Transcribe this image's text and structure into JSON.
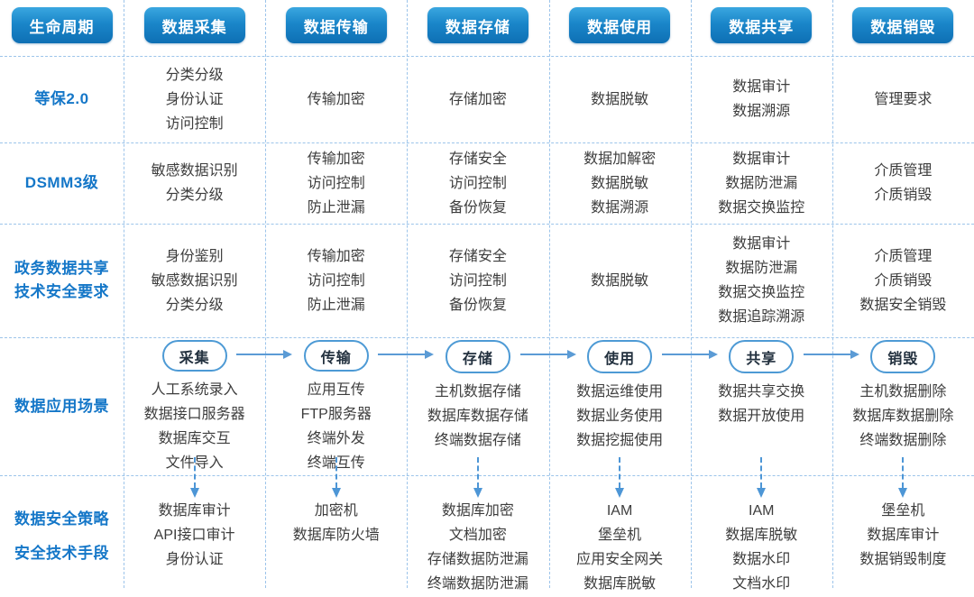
{
  "header": {
    "lifecycle_label": "生命周期",
    "stages": [
      "数据采集",
      "数据传输",
      "数据存储",
      "数据使用",
      "数据共享",
      "数据销毁"
    ]
  },
  "standards_rows": [
    {
      "label_lines": [
        "等保2.0"
      ],
      "cells": [
        [
          "分类分级",
          "身份认证",
          "访问控制"
        ],
        [
          "传输加密"
        ],
        [
          "存储加密"
        ],
        [
          "数据脱敏"
        ],
        [
          "数据审计",
          "数据溯源"
        ],
        [
          "管理要求"
        ]
      ]
    },
    {
      "label_lines": [
        "DSMM3级"
      ],
      "cells": [
        [
          "敏感数据识别",
          "分类分级"
        ],
        [
          "传输加密",
          "访问控制",
          "防止泄漏"
        ],
        [
          "存储安全",
          "访问控制",
          "备份恢复"
        ],
        [
          "数据加解密",
          "数据脱敏",
          "数据溯源"
        ],
        [
          "数据审计",
          "数据防泄漏",
          "数据交换监控"
        ],
        [
          "介质管理",
          "介质销毁"
        ]
      ]
    },
    {
      "label_lines": [
        "政务数据共享",
        "技术安全要求"
      ],
      "cells": [
        [
          "身份鉴别",
          "敏感数据识别",
          "分类分级"
        ],
        [
          "传输加密",
          "访问控制",
          "防止泄漏"
        ],
        [
          "存储安全",
          "访问控制",
          "备份恢复"
        ],
        [
          "数据脱敏"
        ],
        [
          "数据审计",
          "数据防泄漏",
          "数据交换监控",
          "数据追踪溯源"
        ],
        [
          "介质管理",
          "介质销毁",
          "数据安全销毁"
        ]
      ]
    }
  ],
  "scenario_row": {
    "label": "数据应用场景",
    "stages": [
      {
        "badge": "采集",
        "items": [
          "人工系统录入",
          "数据接口服务器",
          "数据库交互",
          "文件导入"
        ]
      },
      {
        "badge": "传输",
        "items": [
          "应用互传",
          "FTP服务器",
          "终端外发",
          "终端互传"
        ]
      },
      {
        "badge": "存储",
        "items": [
          "主机数据存储",
          "数据库数据存储",
          "终端数据存储"
        ]
      },
      {
        "badge": "使用",
        "items": [
          "数据运维使用",
          "数据业务使用",
          "数据挖掘使用"
        ]
      },
      {
        "badge": "共享",
        "items": [
          "数据共享交换",
          "数据开放使用"
        ]
      },
      {
        "badge": "销毁",
        "items": [
          "主机数据删除",
          "数据库数据删除",
          "终端数据删除"
        ]
      }
    ]
  },
  "security_row": {
    "label_lines": [
      "数据安全策略",
      "安全技术手段"
    ],
    "cells": [
      [
        "数据库审计",
        "API接口审计",
        "身份认证"
      ],
      [
        "加密机",
        "数据库防火墙"
      ],
      [
        "数据库加密",
        "文档加密",
        "存储数据防泄漏",
        "终端数据防泄漏"
      ],
      [
        "IAM",
        "堡垒机",
        "应用安全网关",
        "数据库脱敏"
      ],
      [
        "IAM",
        "数据库脱敏",
        "数据水印",
        "文档水印"
      ],
      [
        "堡垒机",
        "数据库审计",
        "数据销毁制度"
      ]
    ]
  },
  "colors": {
    "accent_blue": "#1577c8",
    "button_gradient_top": "#3aa7e0",
    "button_gradient_bottom": "#0e6fb4",
    "grid_line": "#9cc4ea",
    "arrow_blue": "#5b9bd5",
    "body_text": "#3d3d3d"
  }
}
